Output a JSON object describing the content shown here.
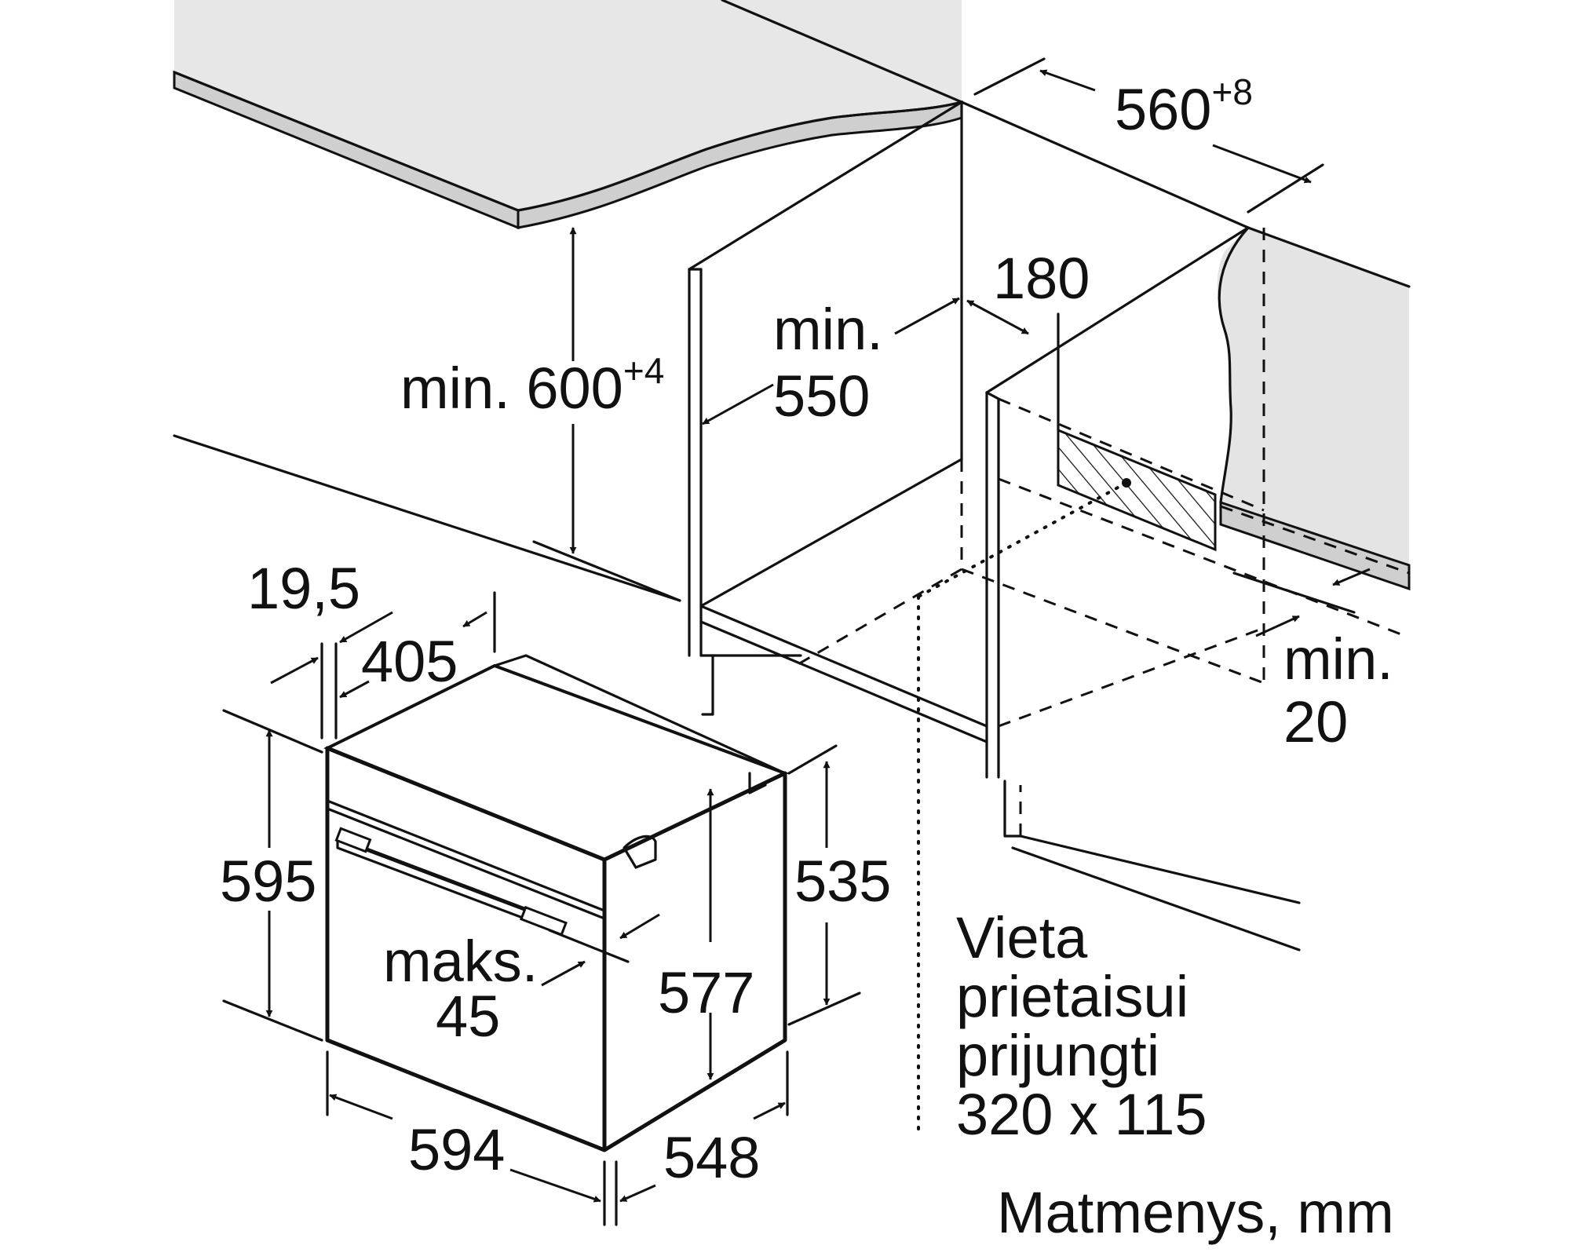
{
  "dimensions": {
    "d560": "560",
    "d560_sup": "+8",
    "d180": "180",
    "min550_a": "min.",
    "min550_b": "550",
    "min600": "min. 600",
    "min600_sup": "+4",
    "d19_5": "19,5",
    "d405": "405",
    "min20_a": "min.",
    "min20_b": "20",
    "d595": "595",
    "d535": "535",
    "d577": "577",
    "maks45_a": "maks.",
    "maks45_b": "45",
    "d594": "594",
    "d548": "548"
  },
  "connection_area": {
    "line1": "Vieta",
    "line2": "prietaisui",
    "line3": "prijungti",
    "line4": "320 x 115"
  },
  "units_caption": "Matmenys, mm"
}
